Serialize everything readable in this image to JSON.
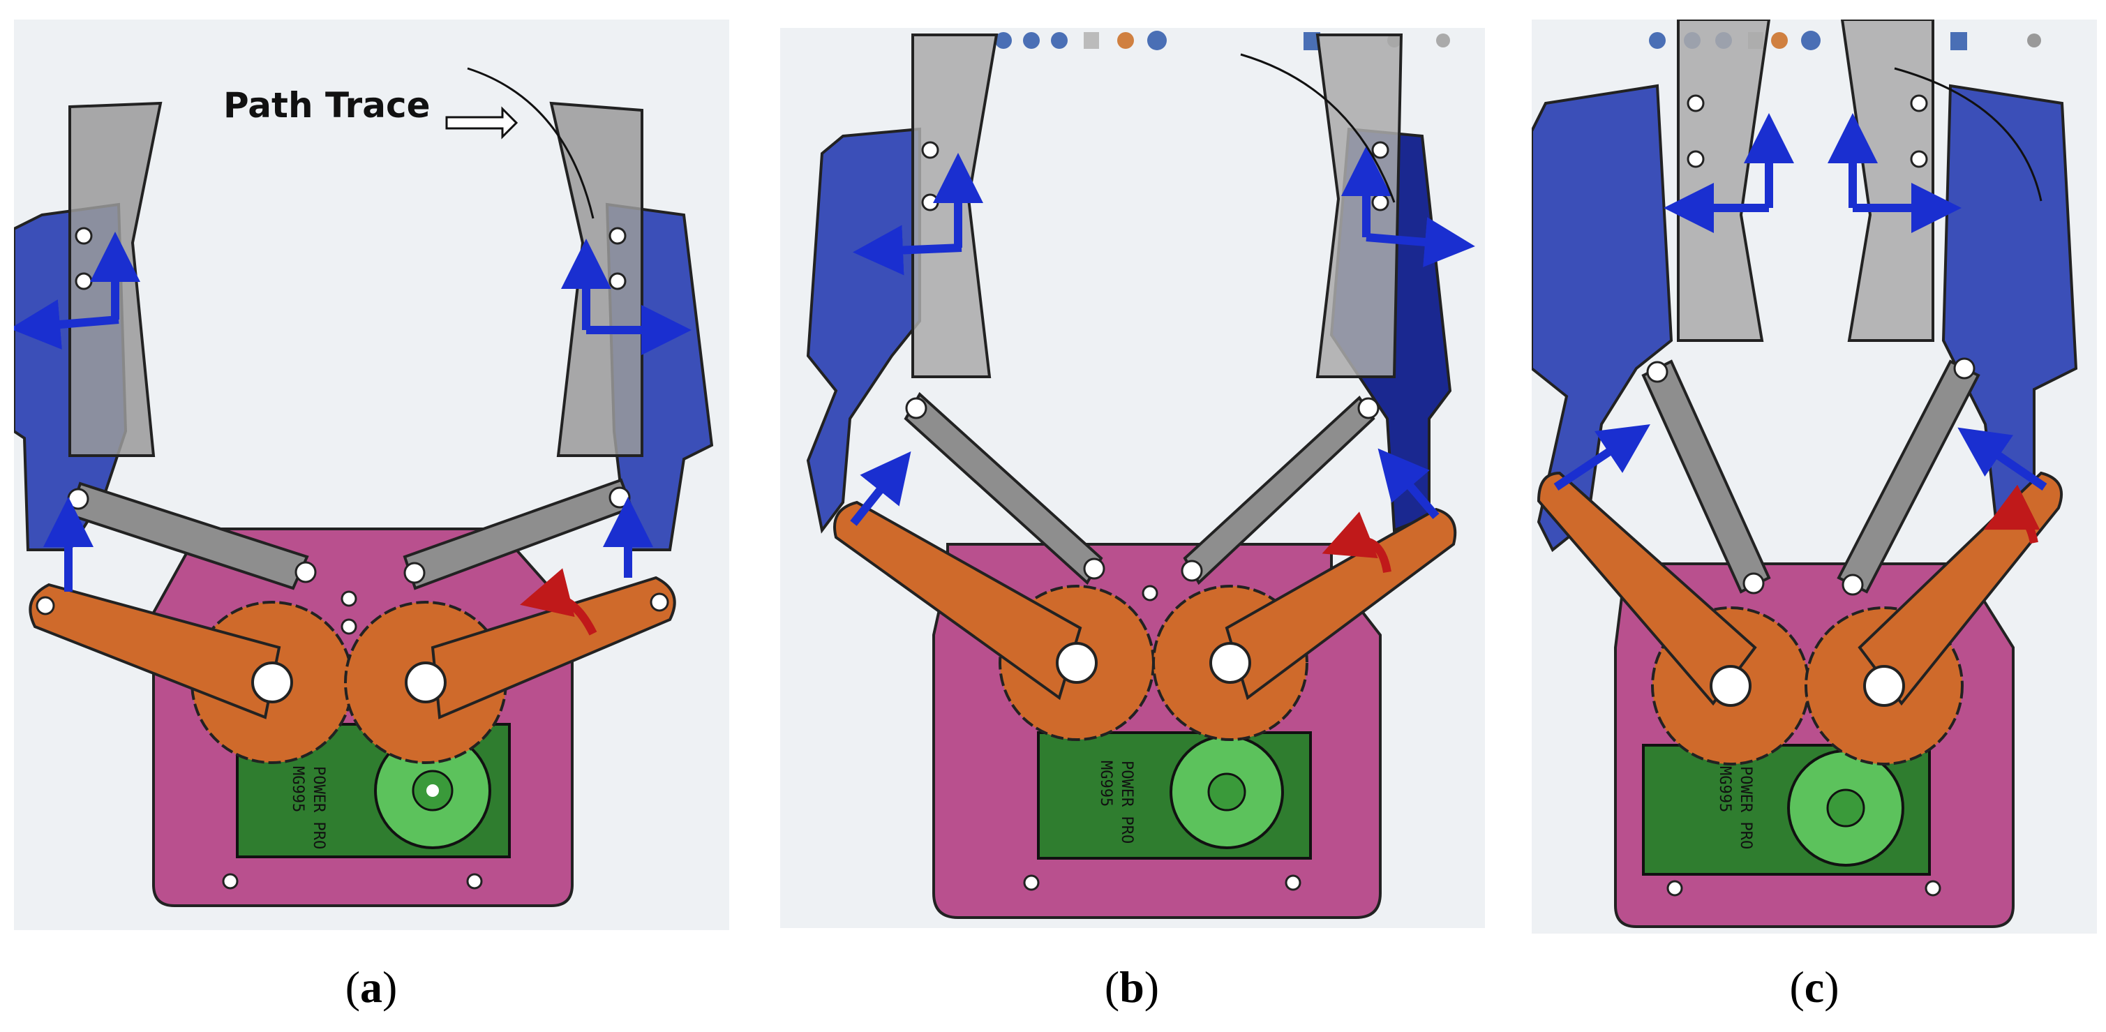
{
  "annotation": {
    "path_trace_label": "Path Trace"
  },
  "panels": [
    {
      "id": "a",
      "caption_letter": "a"
    },
    {
      "id": "b",
      "caption_letter": "b"
    },
    {
      "id": "c",
      "caption_letter": "c"
    }
  ],
  "servo_label": "POWER PRO MG995",
  "colors": {
    "base_plate": "#b9508e",
    "jaw_mount": "#3b4fb8",
    "finger": "#9a9a9a",
    "link": "#8e8e8e",
    "crank": "#cf6a2b",
    "servo_body": "#2f7d2f",
    "servo_gear": "#5cc25c",
    "arrow_blue": "#1a2fd0",
    "arrow_red": "#c0191a",
    "background": "#eef1f4"
  }
}
